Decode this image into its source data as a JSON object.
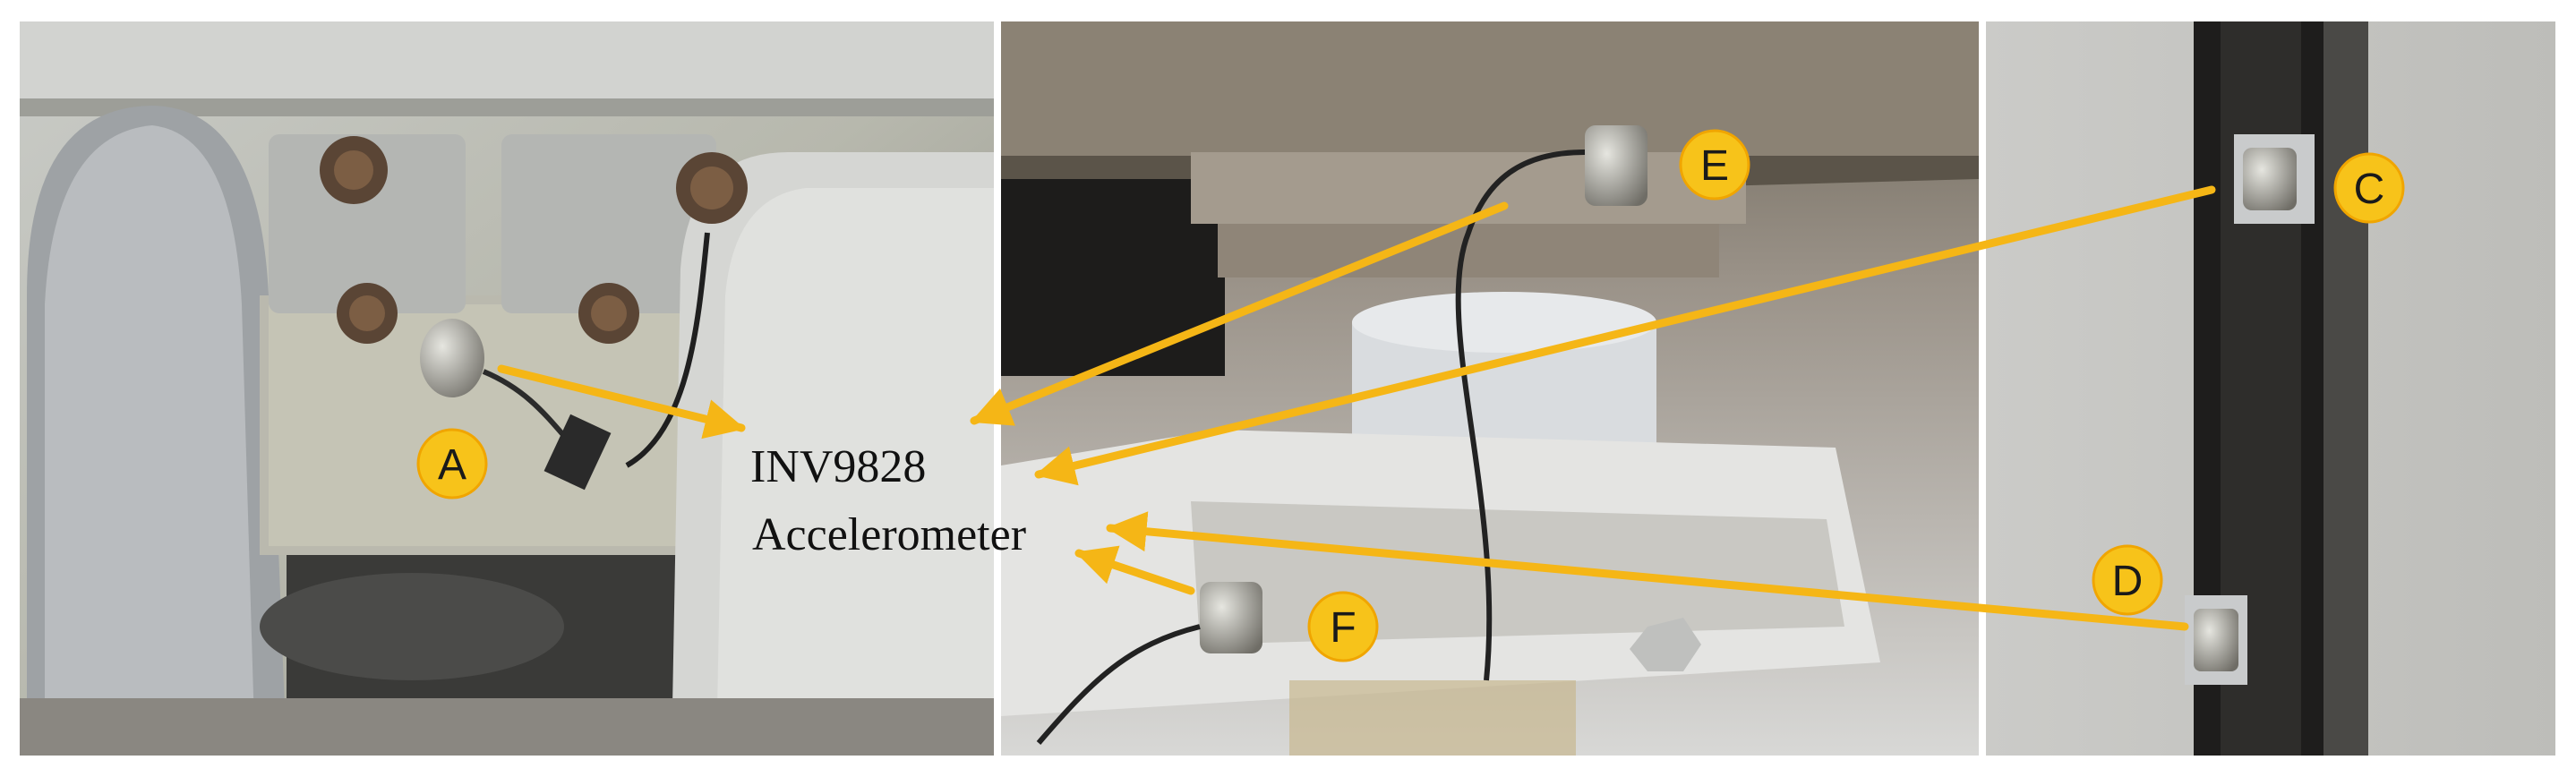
{
  "caption": {
    "line1": "INV9828",
    "line2": "Accelerometer"
  },
  "markers": [
    {
      "label": "A"
    },
    {
      "label": "E"
    },
    {
      "label": "C"
    },
    {
      "label": "D"
    },
    {
      "label": "F"
    }
  ],
  "colors": {
    "marker_fill": "#f7c31a",
    "marker_stroke": "#f0a500",
    "arrow": "#f5b616",
    "background": "#ffffff"
  }
}
